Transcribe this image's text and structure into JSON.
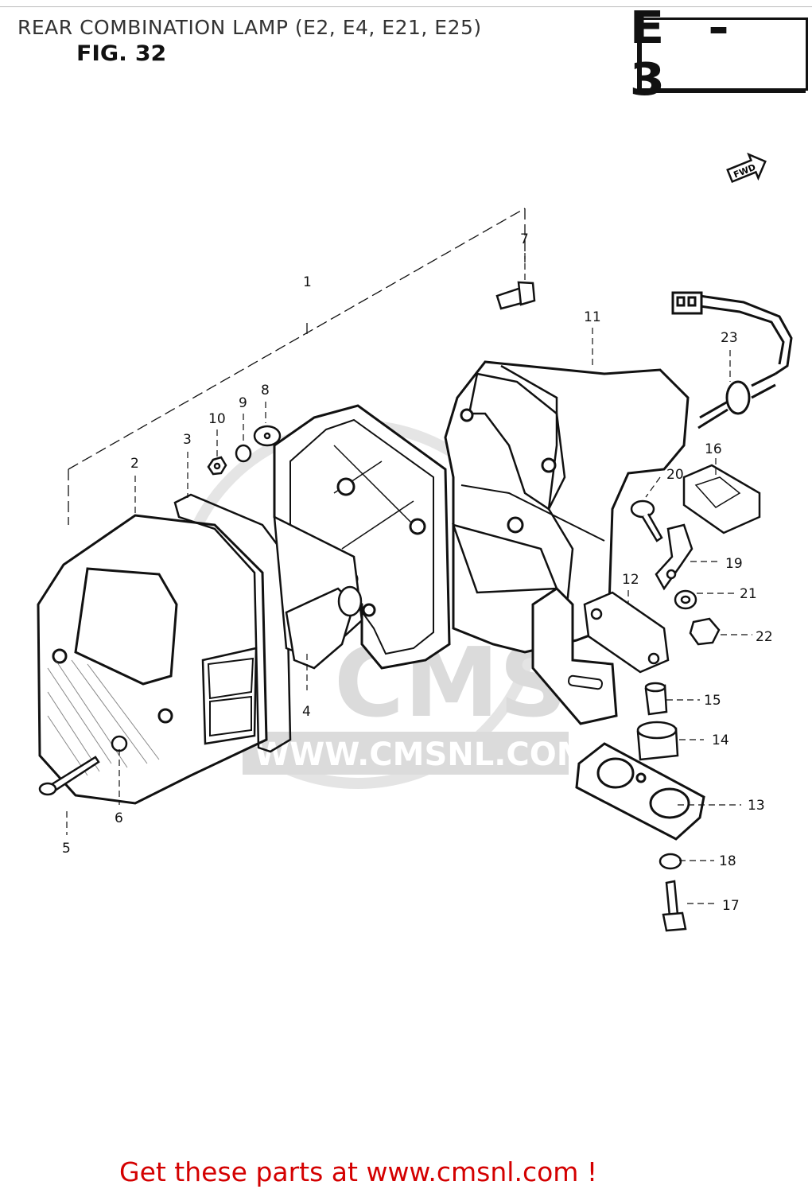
{
  "header": {
    "title": "REAR COMBINATION LAMP (E2, E4, E21, E25)",
    "figure": "FIG. 32",
    "section_code": "E - 3"
  },
  "direction_marker": {
    "label": "FWD",
    "icon": "forward-arrow-icon"
  },
  "callouts": [
    "1",
    "2",
    "3",
    "4",
    "5",
    "6",
    "7",
    "8",
    "9",
    "10",
    "11",
    "12",
    "13",
    "14",
    "15",
    "16",
    "17",
    "18",
    "19",
    "20",
    "21",
    "22",
    "23"
  ],
  "watermark": {
    "brand": "CMS",
    "url": "WWW.CMSNL.COM"
  },
  "footer": {
    "text": "Get these parts at www.cmsnl.com !",
    "color": "#d40000"
  }
}
